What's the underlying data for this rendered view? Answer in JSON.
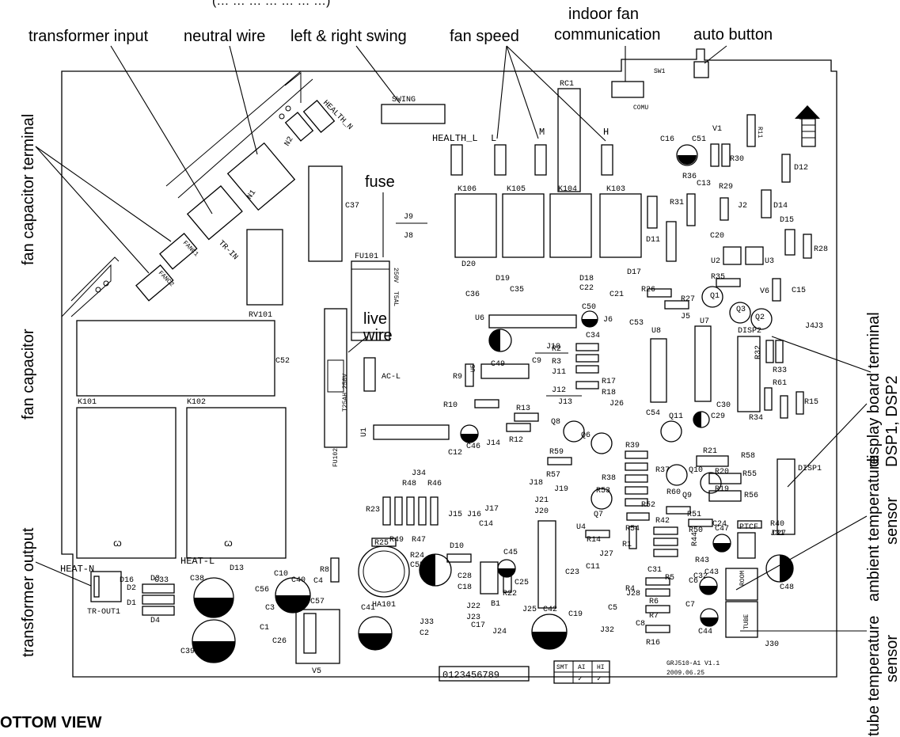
{
  "header_fragment": "(… … … … … … …)",
  "footer_label": "OTTOM VIEW",
  "callouts": {
    "transformer_input": "transformer input",
    "neutral_wire": "neutral wire",
    "left_right_swing": "left & right swing",
    "fan_speed": "fan speed",
    "indoor_fan_communication_1": "indoor fan",
    "indoor_fan_communication_2": "communication",
    "auto_button": "auto button",
    "fan_capacitor_terminal": "fan capacitor terminal",
    "fuse": "fuse",
    "live_wire_1": "live",
    "live_wire_2": "wire",
    "fan_capacitor": "fan capacitor",
    "transformer_output": "transformer output",
    "display_board_terminal_1": "display board terminal",
    "display_board_terminal_2": "DSP1, DSP2",
    "ambient_temperature_sensor_1": "ambient temperature",
    "ambient_temperature_sensor_2": "sensor",
    "tube_temperature_sensor_1": "tube temperature",
    "tube_temperature_sensor_2": "sensor"
  },
  "board": {
    "swing": "SWING",
    "health_n": "HEALTH_N",
    "health_l": "HEALTH_L",
    "n1": "N1",
    "n2": "N2",
    "tr_in": "TR-IN",
    "fanc1": "FANC1",
    "fanc2": "FANC2",
    "c37": "C37",
    "rv101": "RV101",
    "c52": "C52",
    "fu101": "FU101",
    "fu102": "FU102",
    "fuse_rating_1": "250V",
    "fuse_rating_1b": "T5AL",
    "fuse_rating_2": "T25AH 250V",
    "ac_l": "AC-L",
    "rc1": "RC1",
    "sw1": "SW1",
    "comu": "COMU",
    "speed_l": "L",
    "speed_m": "M",
    "speed_h": "H",
    "k106": "K106",
    "k105": "K105",
    "k104": "K104",
    "k103": "K103",
    "k101": "K101",
    "k102": "K102",
    "heat_n": "HEAT-N",
    "heat_l": "HEAT-L",
    "tr_out1": "TR-OUT1",
    "disp1": "DISP1",
    "disp2": "DISP2",
    "room": "ROOM",
    "tube": "TUBE",
    "ptcf": "PTCF",
    "ha101": "HA101",
    "digits": "0123456789",
    "smt": "SMT",
    "ai": "AI",
    "hi": "HI",
    "board_id": "GRJ510-A1  V1.1",
    "board_date": "2009.06.25",
    "j9": "J9",
    "j8": "J8",
    "d20": "D20",
    "d19": "D19",
    "d18": "D18",
    "d17": "D17",
    "c36": "C36",
    "c35": "C35",
    "c22": "C22",
    "c21": "C21",
    "d11": "D11",
    "d12": "D12",
    "d14": "D14",
    "d15": "D15",
    "c16": "C16",
    "c51": "C51",
    "r36": "R36",
    "v1": "V1",
    "r30": "R30",
    "r11": "R11",
    "r31": "R31",
    "c13": "C13",
    "r29": "R29",
    "j2": "J2",
    "c20": "C20",
    "u2": "U2",
    "u3": "U3",
    "r28": "R28",
    "r26": "R26",
    "r27": "R27",
    "r35": "R35",
    "j5": "J5",
    "q1": "Q1",
    "q3": "Q3",
    "q2": "Q2",
    "v6": "V6",
    "c15": "C15",
    "j4": "J4",
    "j3": "J3",
    "u6": "U6",
    "c50": "C50",
    "j6": "J6",
    "c34": "C34",
    "c53": "C53",
    "u8": "U8",
    "u7": "U7",
    "r32": "R32",
    "r33": "R33",
    "c49": "C49",
    "j10": "J10",
    "r2": "R2",
    "r3": "R3",
    "r17": "R17",
    "r9": "R9",
    "u5": "U5",
    "c9": "C9",
    "j11": "J11",
    "j12": "J12",
    "j13": "J13",
    "r18": "R18",
    "j26": "J26",
    "r10": "R10",
    "r13": "R13",
    "r12": "R12",
    "c54": "C54",
    "q11": "Q11",
    "c29": "C29",
    "c30": "C30",
    "r34": "R34",
    "r61": "R61",
    "r15": "R15",
    "u1": "U1",
    "c12": "C12",
    "c46": "C46",
    "j14": "J14",
    "q8": "Q8",
    "q6": "Q6",
    "r59": "R59",
    "r57": "R57",
    "r39": "R39",
    "r21": "R21",
    "r58": "R58",
    "r37": "R37",
    "q10": "Q10",
    "r38": "R38",
    "r20": "R20",
    "r55": "R55",
    "j34": "J34",
    "r48": "R48",
    "r46": "R46",
    "j18": "J18",
    "j19": "J19",
    "r53": "R53",
    "r60": "R60",
    "q9": "Q9",
    "r19": "R19",
    "r56": "R56",
    "r23": "R23",
    "j15": "J15",
    "j16": "J16",
    "j17": "J17",
    "j21": "J21",
    "j20": "J20",
    "q7": "Q7",
    "r52": "R52",
    "r51": "R51",
    "r50": "R50",
    "c24": "C24",
    "r40": "R40",
    "j31": "J31",
    "r49": "R49",
    "r47": "R47",
    "c14": "C14",
    "r54": "R54",
    "u4": "U4",
    "r25": "R25",
    "d10": "D10",
    "c45": "C45",
    "r14": "R14",
    "r1": "R1",
    "r42": "R42",
    "c47": "C47",
    "d3": "D3",
    "d2": "D2",
    "d1": "D1",
    "d4": "D4",
    "d16": "D16",
    "d13": "D13",
    "c33": "C33",
    "c10": "C10",
    "c38": "C38",
    "c56": "C56",
    "c40": "C40",
    "c4": "C4",
    "r8": "R8",
    "c3": "C3",
    "c57": "C57",
    "c39": "C39",
    "c1": "C1",
    "c26": "C26",
    "v5": "V5",
    "r24": "R24",
    "c55": "C55",
    "c28": "C28",
    "c18": "C18",
    "b1": "B1",
    "c25": "C25",
    "r22": "R22",
    "j22": "J22",
    "j23": "J23",
    "c23": "C23",
    "c11": "C11",
    "j27": "J27",
    "r44": "R44",
    "r43": "R43",
    "c32": "C32",
    "c27": "C27",
    "j28": "J28",
    "c31": "C31",
    "r5": "R5",
    "r4": "R4",
    "r6": "R6",
    "c6": "C6",
    "c43": "C43",
    "c48": "C48",
    "c5": "C5",
    "c8": "C8",
    "r7": "R7",
    "c7": "C7",
    "c44": "C44",
    "r16": "R16",
    "j30": "J30",
    "c41": "C41",
    "j33": "J33",
    "c2": "C2",
    "j25": "J25",
    "c42": "C42",
    "c19": "C19",
    "c17": "C17",
    "j24": "J24",
    "j32": "J32"
  }
}
